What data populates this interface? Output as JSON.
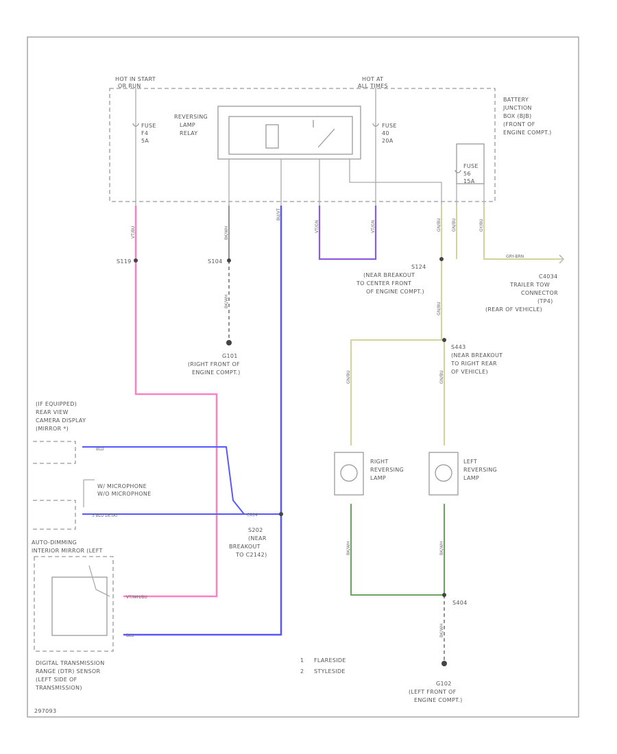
{
  "labels": {
    "hot_start": [
      "HOT IN START",
      "OR RUN"
    ],
    "hot_all": [
      "HOT AT",
      "ALL TIMES"
    ],
    "relay": [
      "REVERSING",
      "LAMP",
      "RELAY"
    ],
    "fuse_left": [
      "FUSE",
      "F4",
      "5A"
    ],
    "fuse_right": [
      "FUSE",
      "40",
      "20A"
    ],
    "fuse_far": [
      "FUSE",
      "56",
      "15A"
    ],
    "bjb": [
      "BATTERY",
      "JUNCTION",
      "BOX (BJB)",
      "(FRONT OF",
      "ENGINE COMPT.)"
    ],
    "s119": "S119",
    "s104": "S104",
    "s124": [
      "S124",
      "(NEAR BREAKOUT",
      "TO CENTER FRONT",
      "OF ENGINE COMPT.)"
    ],
    "c4034": [
      "C4034",
      "TRAILER TOW",
      "CONNECTOR",
      "(TP4)",
      "(REAR OF VEHICLE)"
    ],
    "g101": [
      "G101",
      "(RIGHT FRONT OF",
      "ENGINE COMPT.)"
    ],
    "s443": [
      "S443",
      "(NEAR BREAKOUT",
      "TO RIGHT REAR",
      "OF VEHICLE)"
    ],
    "camera": [
      "(IF EQUIPPED)",
      "REAR VIEW",
      "CAMERA DISPLAY",
      "(MIRROR *)"
    ],
    "mic": [
      "W/ MICROPHONE",
      "W/O MICROPHONE"
    ],
    "mirror": [
      "AUTO-DIMMING",
      "INTERIOR MIRROR (LEFT"
    ],
    "s202": [
      "S202",
      "(NEAR",
      "BREAKOUT",
      "TO C2142)"
    ],
    "right_lamp": [
      "RIGHT",
      "REVERSING",
      "LAMP"
    ],
    "left_lamp": [
      "LEFT",
      "REVERSING",
      "LAMP"
    ],
    "s404": "S404",
    "dtr": [
      "DIGITAL TRANSMISSION",
      "RANGE (DTR) SENSOR",
      "(LEFT SIDE OF",
      "TRANSMISSION)"
    ],
    "legend": [
      {
        "num": "1",
        "text": "FLARESIDE"
      },
      {
        "num": "2",
        "text": "STYLESIDE"
      }
    ],
    "g102": [
      "G102",
      "(LEFT FRONT OF",
      "ENGINE COMPT.)"
    ],
    "footer": "297093"
  },
  "wires": {
    "pk": "VT/BU",
    "bk1": "BK/WH",
    "bu": "BU/VT",
    "vt1": "VT/GN",
    "vt2": "VT/GN",
    "gy1": "GN/BU",
    "gy2": "GN/BU",
    "gy3": "GY/BU",
    "gy_tow": "GRY-BRN",
    "bk_g101": "BK/WH",
    "gy_s124": "GN/BU",
    "gy_rl": "GN/BU",
    "gy_ll": "GN/BU",
    "bk_rl": "BK/WH",
    "bk_ll": "BK/WH",
    "bk_g102": "BK/WH",
    "bu_cam": "BLU",
    "bu_mir": "3 BLU DETAT",
    "s202_label": "C814",
    "pk_dtr": "VT/WH/BU",
    "bu_dtr": "BLU"
  },
  "colors": {
    "pink": "#ff7fc3",
    "blue": "#5757ff",
    "violet": "#8a5cdd",
    "tan": "#d4d39a",
    "green": "#6aa55f",
    "gray": "#a9a9a9",
    "black": "#333333"
  }
}
